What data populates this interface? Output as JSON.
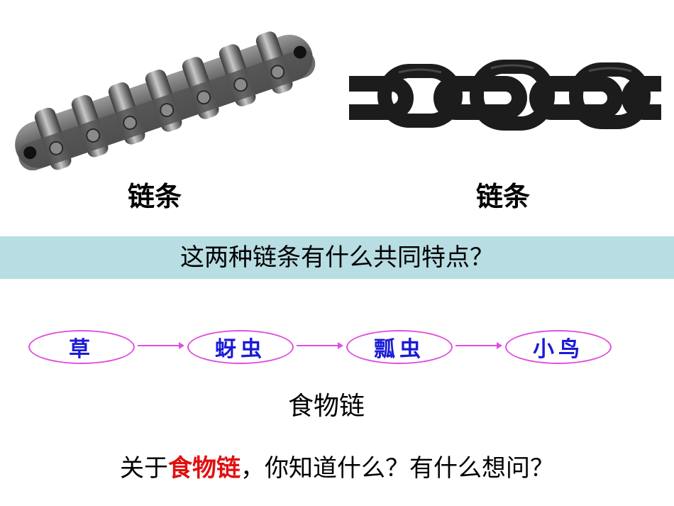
{
  "images": {
    "roller_chain": {
      "icon": "roller-chain-image"
    },
    "link_chain": {
      "icon": "link-chain-image"
    }
  },
  "captions": {
    "left": "链条",
    "right": "链条"
  },
  "question_band": {
    "text": "这两种链条有什么共同特点？",
    "background": "#b8dde2"
  },
  "food_chain": {
    "nodes": [
      "草",
      "蚜虫",
      "瓢虫",
      "小鸟"
    ],
    "node_text_color": "#1a1ad6",
    "node_border_color": "#e04ee0",
    "arrow_color": "#e04ee0",
    "label": "食物链"
  },
  "final_question": {
    "prefix": "关于",
    "highlight": "食物链",
    "suffix": "，你知道什么？有什么想问？",
    "highlight_color": "#e01010"
  }
}
